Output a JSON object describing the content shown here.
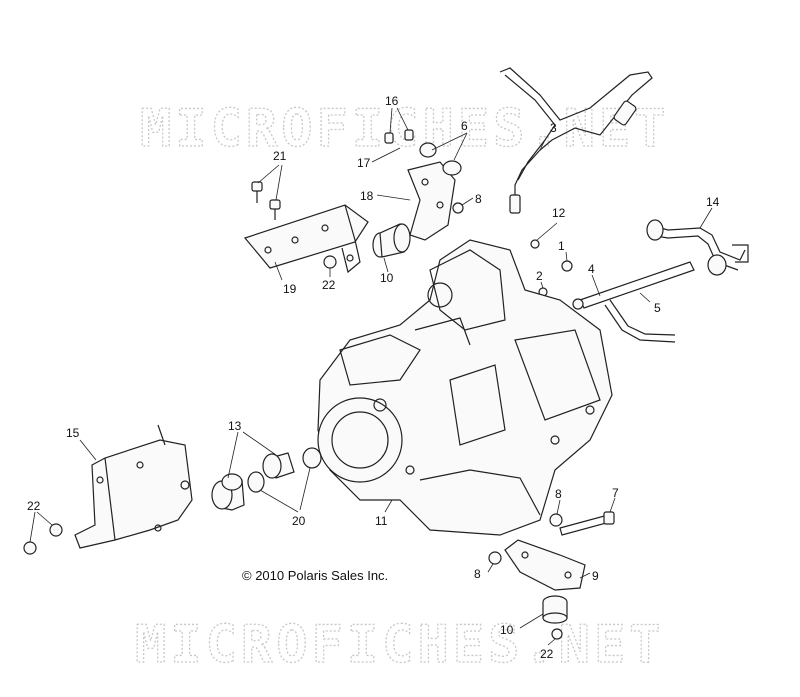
{
  "watermark": "MICROFICHES.NET",
  "copyright": "© 2010 Polaris Sales Inc.",
  "callouts": {
    "c1": "1",
    "c2": "2",
    "c3": "3",
    "c4": "4",
    "c5": "5",
    "c6": "6",
    "c7": "7",
    "c8a": "8",
    "c8b": "8",
    "c8c": "8",
    "c9": "9",
    "c10a": "10",
    "c10b": "10",
    "c11": "11",
    "c12": "12",
    "c13": "13",
    "c14": "14",
    "c15": "15",
    "c16": "16",
    "c17": "17",
    "c18": "18",
    "c19": "19",
    "c20": "20",
    "c21": "21",
    "c22a": "22",
    "c22b": "22",
    "c22c": "22"
  }
}
